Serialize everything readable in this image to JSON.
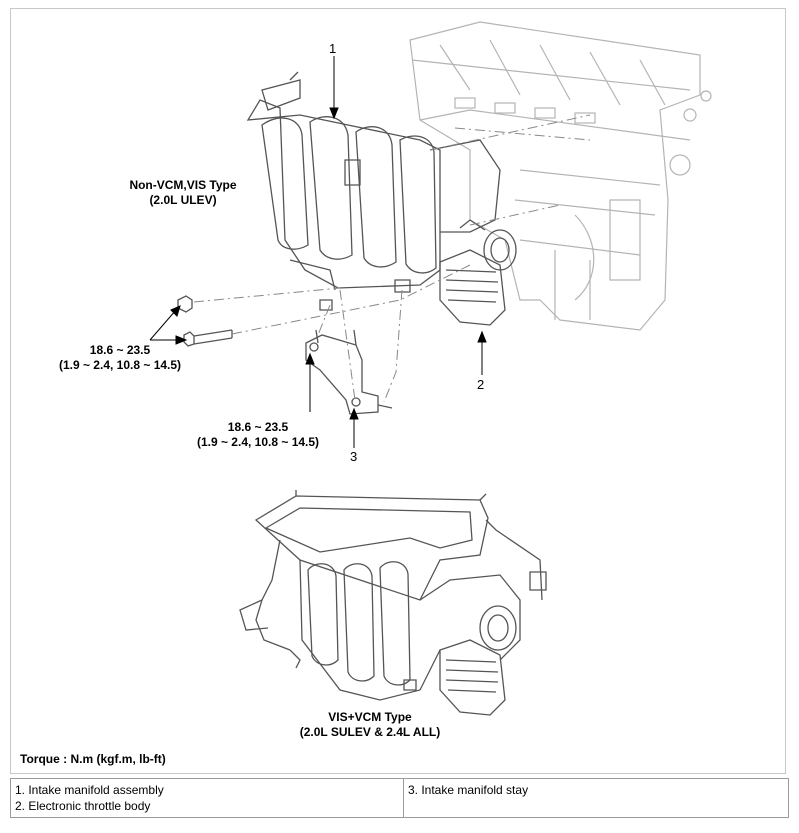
{
  "labels": {
    "part1_num": "1",
    "part2_num": "2",
    "part3_num": "3",
    "top_type_line1": "Non-VCM,VIS Type",
    "top_type_line2": "(2.0L ULEV)",
    "torque1_line1": "18.6 ~ 23.5",
    "torque1_line2": "(1.9 ~ 2.4, 10.8 ~ 14.5)",
    "torque2_line1": "18.6 ~ 23.5",
    "torque2_line2": "(1.9 ~ 2.4, 10.8 ~ 14.5)",
    "bottom_type_line1": "VIS+VCM Type",
    "bottom_type_line2": "(2.0L SULEV & 2.4L ALL)",
    "torque_unit": "Torque : N.m (kgf.m, lb-ft)"
  },
  "legend": {
    "col1": [
      "1. Intake manifold assembly",
      "2. Electronic throttle body"
    ],
    "col2": [
      "3. Intake manifold stay"
    ]
  }
}
